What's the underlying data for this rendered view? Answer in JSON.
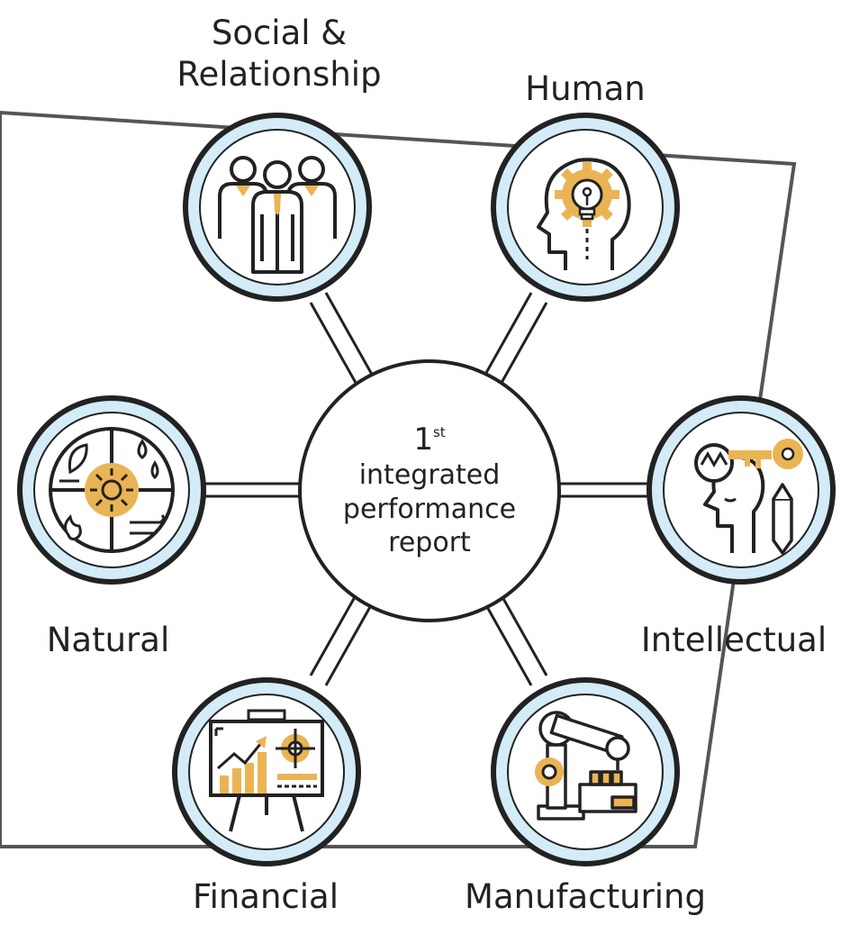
{
  "center": {
    "ordinal": "1",
    "ordinal_suffix": "st",
    "line1": "integrated",
    "line2": "performance",
    "line3": "report"
  },
  "capitals": [
    {
      "id": "social",
      "label_line1": "Social &",
      "label_line2": "Relationship",
      "icon": "people-group-icon"
    },
    {
      "id": "human",
      "label": "Human",
      "icon": "head-lightbulb-gear-icon"
    },
    {
      "id": "intellectual",
      "label": "Intellectual",
      "icon": "head-bulb-key-pencil-icon"
    },
    {
      "id": "manufacturing",
      "label": "Manufacturing",
      "icon": "robot-arm-icon"
    },
    {
      "id": "financial",
      "label": "Financial",
      "icon": "presentation-chart-icon"
    },
    {
      "id": "natural",
      "label": "Natural",
      "icon": "nature-elements-icon"
    }
  ],
  "colors": {
    "ring_fill": "#d3ecf8",
    "outline": "#222222",
    "accent": "#eab454",
    "frame": "#555555"
  }
}
